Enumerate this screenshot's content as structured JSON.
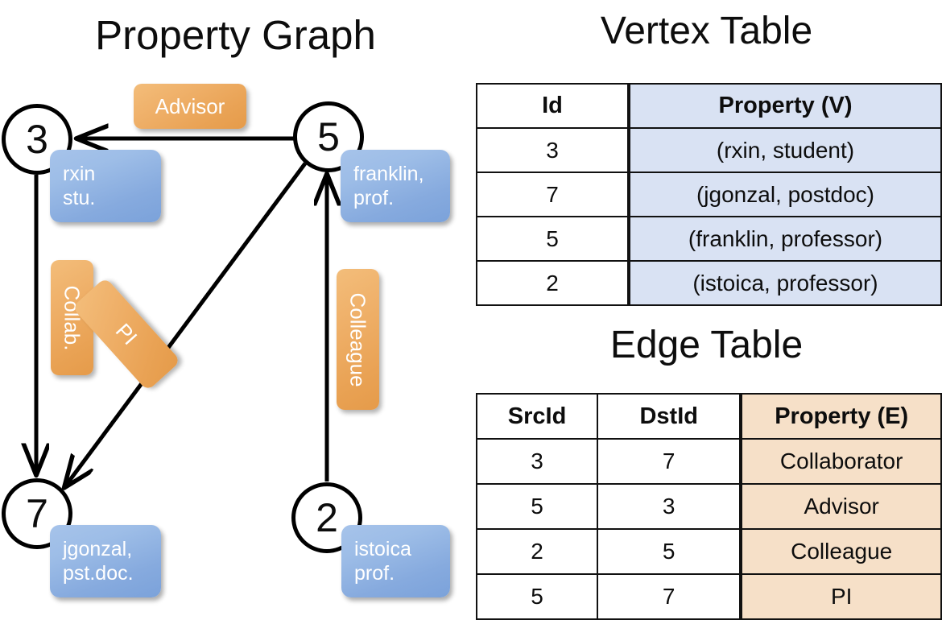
{
  "titles": {
    "property_graph": "Property Graph",
    "vertex_table": "Vertex Table",
    "edge_table": "Edge Table"
  },
  "colors": {
    "vertex_property_fill": "#d9e2f3",
    "edge_property_fill": "#f6e0c8",
    "node_callout_blue": "#93b4e3",
    "edge_label_orange": "#eeae66",
    "stroke": "#111111",
    "canvas": "#ffffff"
  },
  "graph": {
    "nodes": [
      {
        "id": "3",
        "label_lines": [
          "rxin",
          "stu."
        ]
      },
      {
        "id": "5",
        "label_lines": [
          "franklin,",
          "prof."
        ]
      },
      {
        "id": "7",
        "label_lines": [
          "jgonzal,",
          "pst.doc."
        ]
      },
      {
        "id": "2",
        "label_lines": [
          "istoica",
          "prof."
        ]
      }
    ],
    "edge_labels": [
      {
        "text": "Advisor",
        "orientation": "horizontal"
      },
      {
        "text": "Collab.",
        "orientation": "vertical"
      },
      {
        "text": "PI",
        "orientation": "diagonal"
      },
      {
        "text": "Colleague",
        "orientation": "vertical"
      }
    ],
    "edges": [
      {
        "src": "5",
        "dst": "3",
        "label": "Advisor"
      },
      {
        "src": "3",
        "dst": "7",
        "label": "Collab."
      },
      {
        "src": "5",
        "dst": "7",
        "label": "PI"
      },
      {
        "src": "2",
        "dst": "5",
        "label": "Colleague"
      }
    ]
  },
  "vertex_table": {
    "headers": [
      "Id",
      "Property (V)"
    ],
    "rows": [
      {
        "id": "3",
        "property": "(rxin, student)"
      },
      {
        "id": "7",
        "property": "(jgonzal, postdoc)"
      },
      {
        "id": "5",
        "property": "(franklin, professor)"
      },
      {
        "id": "2",
        "property": "(istoica, professor)"
      }
    ]
  },
  "edge_table": {
    "headers": [
      "SrcId",
      "DstId",
      "Property (E)"
    ],
    "rows": [
      {
        "src": "3",
        "dst": "7",
        "property": "Collaborator"
      },
      {
        "src": "5",
        "dst": "3",
        "property": "Advisor"
      },
      {
        "src": "2",
        "dst": "5",
        "property": "Colleague"
      },
      {
        "src": "5",
        "dst": "7",
        "property": "PI"
      }
    ]
  }
}
